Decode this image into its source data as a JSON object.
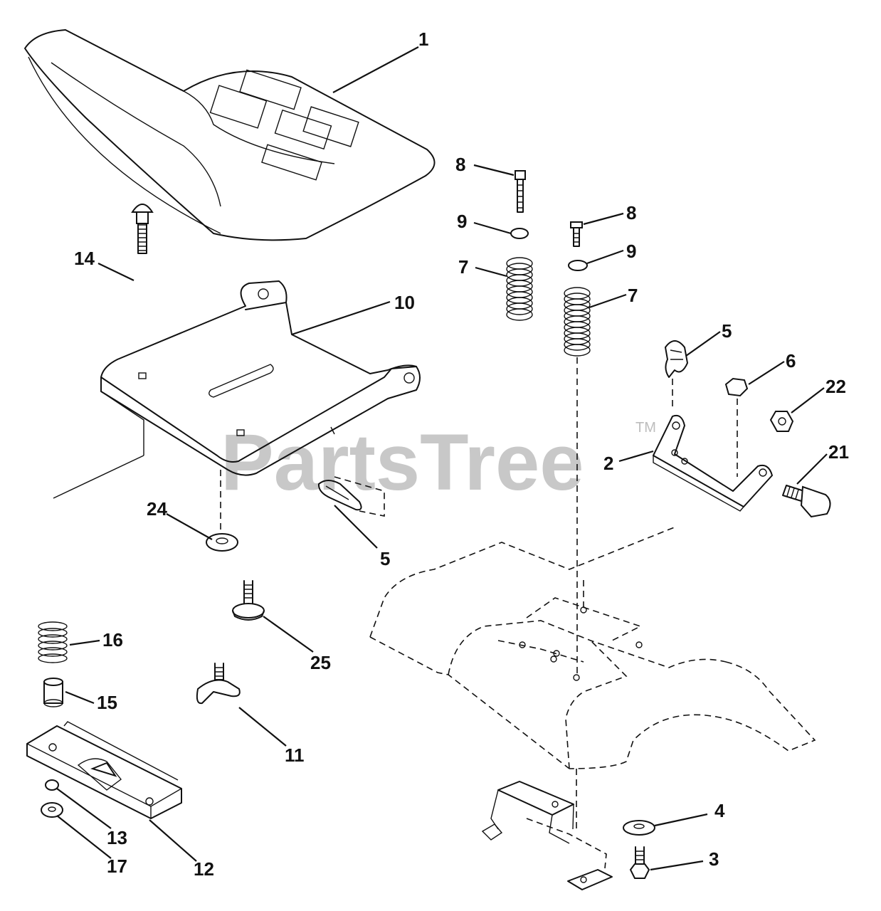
{
  "watermark": {
    "text": "PartsTree",
    "trademark": "TM"
  },
  "callouts": [
    {
      "id": "callout-1",
      "label": "1"
    },
    {
      "id": "callout-8a",
      "label": "8"
    },
    {
      "id": "callout-8b",
      "label": "8"
    },
    {
      "id": "callout-9a",
      "label": "9"
    },
    {
      "id": "callout-9b",
      "label": "9"
    },
    {
      "id": "callout-7a",
      "label": "7"
    },
    {
      "id": "callout-7b",
      "label": "7"
    },
    {
      "id": "callout-14",
      "label": "14"
    },
    {
      "id": "callout-10",
      "label": "10"
    },
    {
      "id": "callout-5a",
      "label": "5"
    },
    {
      "id": "callout-6",
      "label": "6"
    },
    {
      "id": "callout-22",
      "label": "22"
    },
    {
      "id": "callout-21",
      "label": "21"
    },
    {
      "id": "callout-2",
      "label": "2"
    },
    {
      "id": "callout-24",
      "label": "24"
    },
    {
      "id": "callout-5b",
      "label": "5"
    },
    {
      "id": "callout-16",
      "label": "16"
    },
    {
      "id": "callout-25",
      "label": "25"
    },
    {
      "id": "callout-15",
      "label": "15"
    },
    {
      "id": "callout-11",
      "label": "11"
    },
    {
      "id": "callout-4",
      "label": "4"
    },
    {
      "id": "callout-13",
      "label": "13"
    },
    {
      "id": "callout-3",
      "label": "3"
    },
    {
      "id": "callout-17",
      "label": "17"
    },
    {
      "id": "callout-12",
      "label": "12"
    }
  ]
}
